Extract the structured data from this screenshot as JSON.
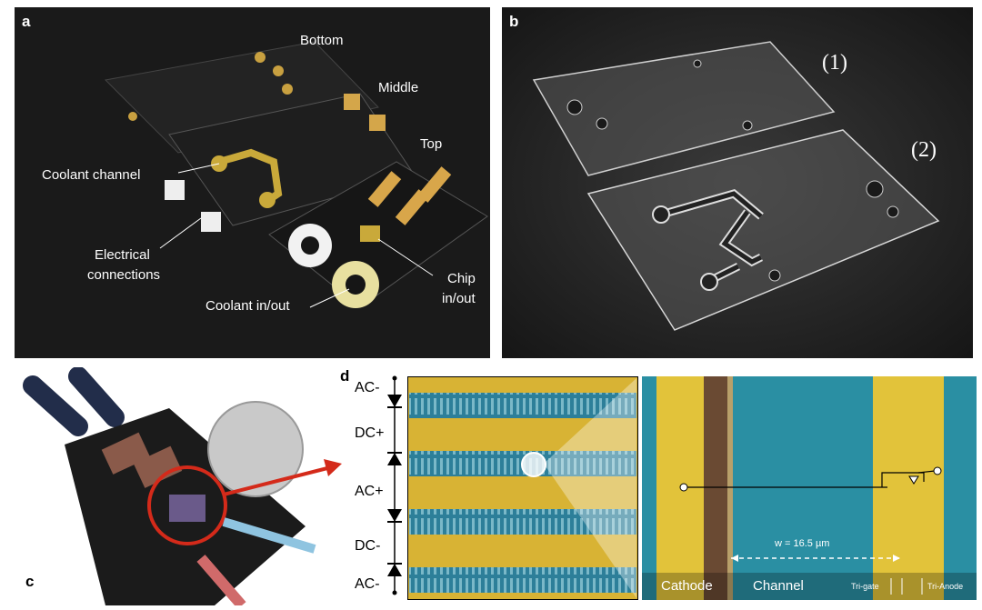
{
  "panel_a": {
    "letter": "a",
    "labels": {
      "bottom": "Bottom",
      "middle": "Middle",
      "top": "Top",
      "coolant_channel": "Coolant channel",
      "electrical_1": "Electrical",
      "electrical_2": "connections",
      "coolant_inout": "Coolant in/out",
      "chip_1": "Chip",
      "chip_2": "in/out"
    }
  },
  "panel_b": {
    "letter": "b",
    "labels": {
      "one": "(1)",
      "two": "(2)"
    }
  },
  "panel_c": {
    "letter": "c"
  },
  "panel_d": {
    "letter": "d",
    "circuit_labels": [
      "AC-",
      "DC+",
      "AC+",
      "DC-",
      "AC-"
    ],
    "width_label": "w = 16.5 µm",
    "bottom_labels": {
      "cathode": "Cathode",
      "channel": "Channel",
      "trigate": "Tri-gate",
      "trianode": "Tri-Anode"
    }
  },
  "colors": {
    "gold": "#e2b92a",
    "blue": "#2a8fa3",
    "red_arrow": "#d42a1a"
  }
}
